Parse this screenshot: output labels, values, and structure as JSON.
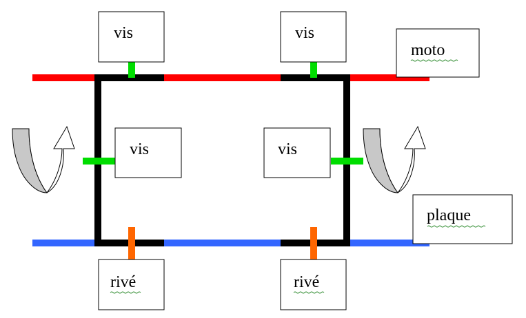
{
  "labels": {
    "vis_top_left": "vis",
    "vis_top_right": "vis",
    "moto": "moto",
    "vis_mid_left": "vis",
    "vis_mid_right": "vis",
    "plaque": "plaque",
    "rive_left": "rivé",
    "rive_right": "rivé"
  },
  "colors": {
    "moto_line": "#ff0000",
    "plaque_line": "#3366ff",
    "frame": "#000000",
    "screw": "#00dd00",
    "rivet": "#ff6600",
    "arrow_fill": "#c8c8c8"
  },
  "icons": [
    "rotation-arrow-icon",
    "rotation-arrow-icon"
  ]
}
